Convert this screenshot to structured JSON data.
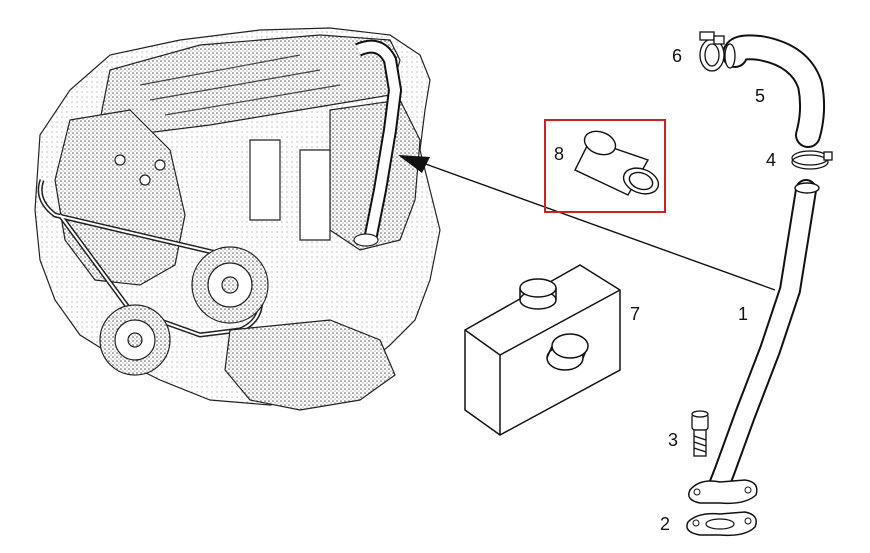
{
  "diagram": {
    "parts": [
      {
        "id": "1",
        "label": "1",
        "part": "pipe"
      },
      {
        "id": "2",
        "label": "2",
        "part": "gasket"
      },
      {
        "id": "3",
        "label": "3",
        "part": "bolt"
      },
      {
        "id": "4",
        "label": "4",
        "part": "clamp"
      },
      {
        "id": "5",
        "label": "5",
        "part": "hose"
      },
      {
        "id": "6",
        "label": "6",
        "part": "clamp"
      },
      {
        "id": "7",
        "label": "7",
        "part": "kit-box"
      },
      {
        "id": "8",
        "label": "8",
        "part": "sleeve"
      }
    ],
    "highlight_color": "#cc2222",
    "line_color": "#111111"
  }
}
